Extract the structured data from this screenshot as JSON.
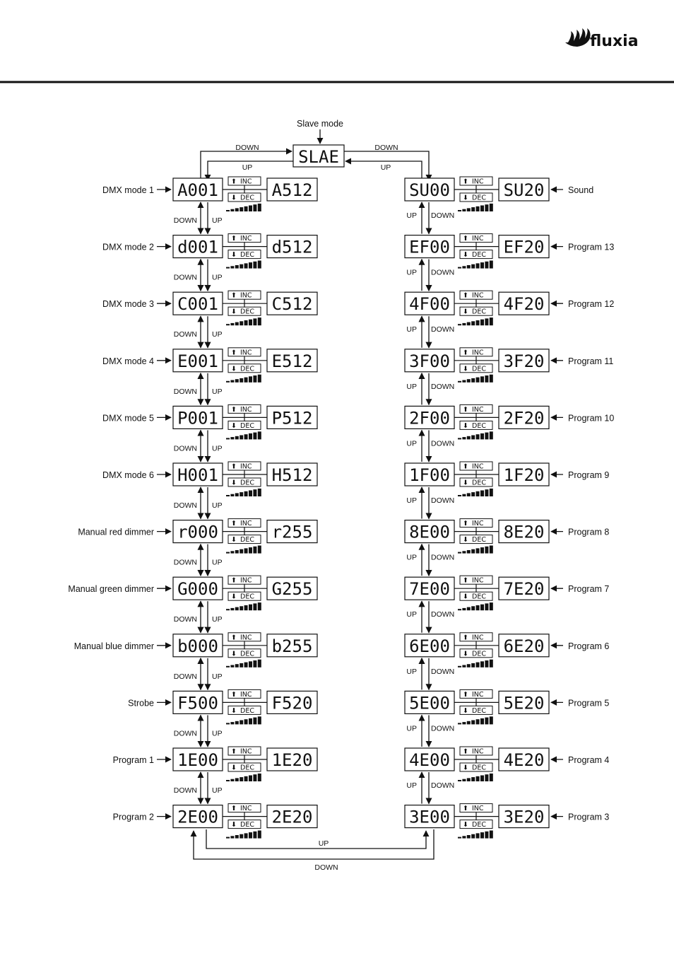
{
  "brand": {
    "name": "fluxia"
  },
  "slave": {
    "label": "Slave mode",
    "display": "SLAE"
  },
  "nav": {
    "down": "DOWN",
    "up": "UP"
  },
  "buttons": {
    "inc": "INC",
    "dec": "DEC"
  },
  "left_column": [
    {
      "label": "DMX mode 1",
      "start": "A001",
      "end": "A512"
    },
    {
      "label": "DMX mode 2",
      "start": "d001",
      "end": "d512"
    },
    {
      "label": "DMX mode 3",
      "start": "C001",
      "end": "C512"
    },
    {
      "label": "DMX mode 4",
      "start": "E001",
      "end": "E512"
    },
    {
      "label": "DMX mode 5",
      "start": "P001",
      "end": "P512"
    },
    {
      "label": "DMX mode 6",
      "start": "H001",
      "end": "H512"
    },
    {
      "label": "Manual red dimmer",
      "start": "r000",
      "end": "r255"
    },
    {
      "label": "Manual green dimmer",
      "start": "G000",
      "end": "G255"
    },
    {
      "label": "Manual blue dimmer",
      "start": "b000",
      "end": "b255"
    },
    {
      "label": "Strobe",
      "start": "F500",
      "end": "F520"
    },
    {
      "label": "Program 1",
      "start": "1E00",
      "end": "1E20"
    },
    {
      "label": "Program 2",
      "start": "2E00",
      "end": "2E20"
    }
  ],
  "right_column": [
    {
      "label": "Sound",
      "start": "SU00",
      "end": "SU20"
    },
    {
      "label": "Program 13",
      "start": "EF00",
      "end": "EF20"
    },
    {
      "label": "Program 12",
      "start": "4F00",
      "end": "4F20"
    },
    {
      "label": "Program 11",
      "start": "3F00",
      "end": "3F20"
    },
    {
      "label": "Program 10",
      "start": "2F00",
      "end": "2F20"
    },
    {
      "label": "Program 9",
      "start": "1F00",
      "end": "1F20"
    },
    {
      "label": "Program 8",
      "start": "8E00",
      "end": "8E20"
    },
    {
      "label": "Program 7",
      "start": "7E00",
      "end": "7E20"
    },
    {
      "label": "Program 6",
      "start": "6E00",
      "end": "6E20"
    },
    {
      "label": "Program 5",
      "start": "5E00",
      "end": "5E20"
    },
    {
      "label": "Program 4",
      "start": "4E00",
      "end": "4E20"
    },
    {
      "label": "Program 3",
      "start": "3E00",
      "end": "3E20"
    }
  ]
}
